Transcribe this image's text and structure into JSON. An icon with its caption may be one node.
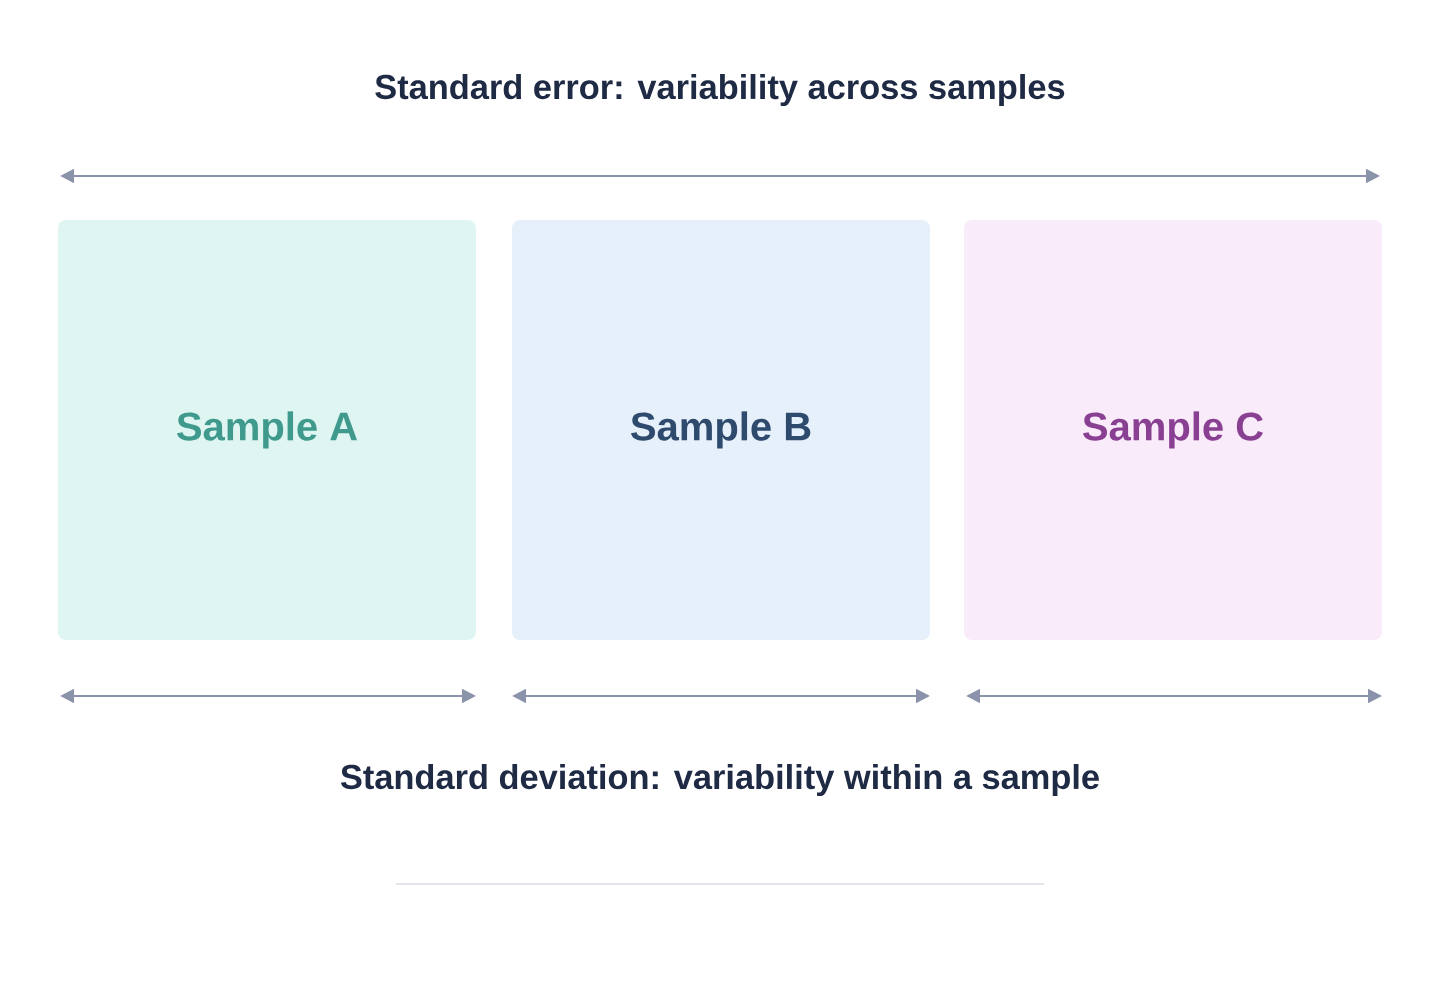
{
  "diagram": {
    "nodes": [
      {
        "text": [
          "Sample A"
        ]
      },
      {
        "text": [
          "Sample B"
        ]
      },
      {
        "text": [
          "Sample C"
        ]
      }
    ],
    "labels": [
      "Standard error: variability across samples",
      "Standard deviation: variability within a sample"
    ]
  }
}
